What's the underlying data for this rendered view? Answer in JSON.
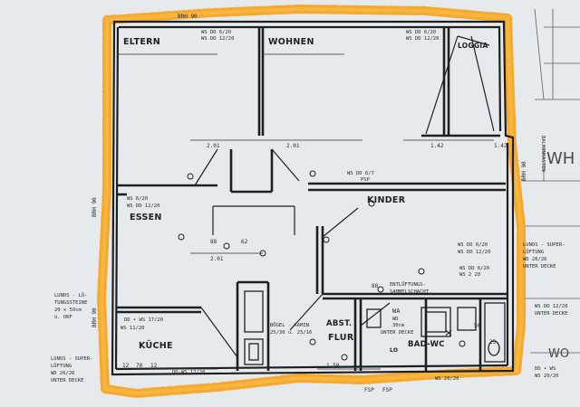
{
  "rooms": {
    "eltern": "ELTERN",
    "wohnen": "WOHNEN",
    "loggia": "LOGGIA",
    "essen": "ESSEN",
    "kinder": "KINDER",
    "kueche": "KÜCHE",
    "flur": "FLUR",
    "abst": "ABST.",
    "bad_wc": "BAD-WC",
    "lo": "LO"
  },
  "notes": {
    "ws_top1": "WS DD 6/20",
    "ws_top2": "WS DD 12/20",
    "ws_top3": "WS DD 6/20",
    "ws_top4": "WS DD 12/20",
    "ws_essen1": "WS 6/20",
    "ws_essen2": "WS DD 12/20",
    "ws_mid": "WS DD 6/7",
    "psp": "PSP",
    "lunos_left1": "LUNOS - LÜ-",
    "lunos_left2": "TUNGSSTEINE",
    "lunos_left3": "20 x 50cm",
    "lunos_left4": "ü. OKF",
    "lunos_bot1": "LUNOS - SUPER-",
    "lunos_bot2": "LÜFTUNG",
    "lunos_bot3": "WD 26/26",
    "lunos_bot4": "UNTER DECKE",
    "lunos_right1": "LUNOS - SUPER-",
    "lunos_right2": "LÜFTUNG",
    "lunos_right3": "WD 26/26",
    "lunos_right4": "UNTER DECKE",
    "kamin1": "BÖGEL - KAMIN",
    "kamin2": "25/30 u. 25/16",
    "ent1": "ENTLÜFTUNGS-",
    "ent2": "SAMMELSCHACHT",
    "wa": "WA",
    "wd1": "WD",
    "wd2": "30cm",
    "unter_decke": "UNTER DECKE",
    "ws_kueche": "WS 11/20",
    "ws_kueche2": "DD-WS 17/20",
    "ws_r1": "WS DD 6/20",
    "ws_r2": "WS DD 12/20",
    "ws_r3": "WS DD 12/20",
    "ws_r4": "UNTER DECKE",
    "dd_ws_bot": "DD • WS",
    "dd_ws_bot2": "WS 20/20",
    "bal": "BALKONKASTEN",
    "ws_kind1": "WS DD 6/20",
    "ws_kind2": "WS 2 20",
    "ws_ab": "WS 20/20",
    "dd_ws_left": "DD • WS 17/20"
  },
  "dims": {
    "d1": "2.01",
    "d2": "2.01",
    "d3": "1.42",
    "d4": "1.42",
    "d5": "88",
    "d6": "62",
    "d7": "2.01",
    "d8": "1.59",
    "d9": "12",
    "d10": "70",
    "d11": "12",
    "d12": "88",
    "d13": "25",
    "d14": "50",
    "brh1": "BRH 90",
    "brh2": "BRH 90",
    "brh3": "BRH 90",
    "brh4": "BRH 90",
    "fsp1": "FSP",
    "fsp2": "FSP"
  },
  "title_fragment": "WH",
  "title_fragment2": "WO",
  "colors": {
    "paper": "#ecedf0",
    "ink": "#1f1f1f",
    "highlight": "#f6a21c"
  }
}
